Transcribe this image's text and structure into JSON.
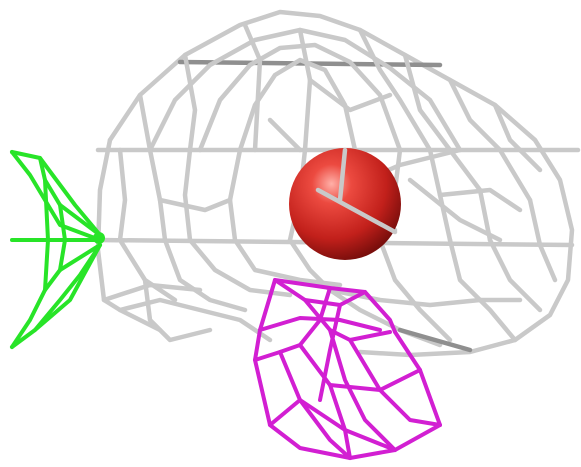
{
  "scene": {
    "background": "#ffffff",
    "objects": [
      {
        "name": "grey-wireframe-cage",
        "color": "#c9c9c9",
        "shade": "#8f8f8f"
      },
      {
        "name": "red-sphere",
        "color": "#d32a24"
      },
      {
        "name": "magenta-wireframe-cage",
        "color": "#d21fd2"
      },
      {
        "name": "green-wireframe-cage",
        "color": "#28e428"
      }
    ]
  }
}
